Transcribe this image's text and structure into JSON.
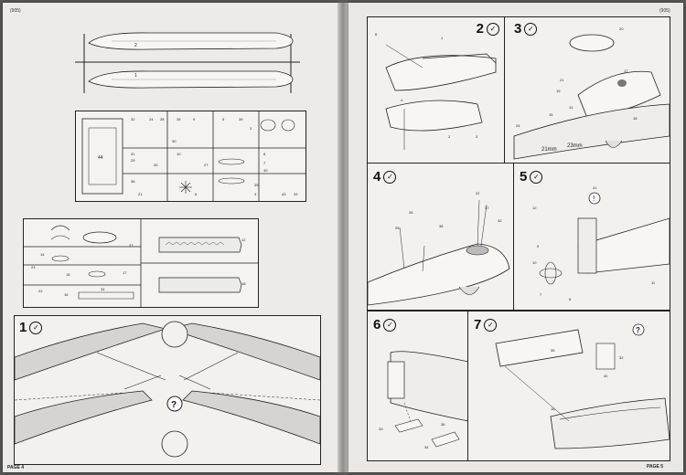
{
  "left_page": {
    "code": "(905)",
    "footer": "PAGE 4",
    "sprue_top_labels": [
      "1",
      "2"
    ],
    "sprue_mid_numbers": [
      "32",
      "24",
      "28",
      "26",
      "9",
      "5",
      "39",
      "3",
      "30",
      "44",
      "31",
      "10",
      "8",
      "27",
      "29",
      "25",
      "7",
      "40",
      "36",
      "21",
      "26",
      "6",
      "35",
      "4",
      "43",
      "33"
    ],
    "sprue_low_numbers": [
      "37",
      "14",
      "23",
      "15",
      "17",
      "12",
      "22",
      "16",
      "34",
      "18"
    ],
    "step": {
      "number": "1"
    }
  },
  "right_page": {
    "code": "(905)",
    "footer": "PAGE 5",
    "steps": [
      {
        "number": "2",
        "part_numbers": [
          "6",
          "1",
          "4",
          "2",
          "3"
        ]
      },
      {
        "number": "3",
        "part_numbers": [
          "20",
          "21",
          "19",
          "17",
          "18",
          "14",
          "15",
          "24"
        ]
      },
      {
        "number": "4",
        "part_numbers": [
          "26",
          "25",
          "38",
          "22",
          "37",
          "42"
        ]
      },
      {
        "number": "5",
        "part_numbers": [
          "12",
          "41",
          "9",
          "10",
          "7",
          "8",
          "11"
        ]
      },
      {
        "number": "6",
        "part_numbers": [
          "33",
          "34",
          "36"
        ]
      },
      {
        "number": "7",
        "part_numbers": [
          "35",
          "40",
          "32",
          "16"
        ]
      }
    ],
    "dimensions": [
      "21mm",
      "23mm"
    ],
    "question_mark": "?",
    "exclaim": "!"
  },
  "colors": {
    "paper": "#ecebe7",
    "ink": "#222222",
    "background": "#5a5a58"
  }
}
